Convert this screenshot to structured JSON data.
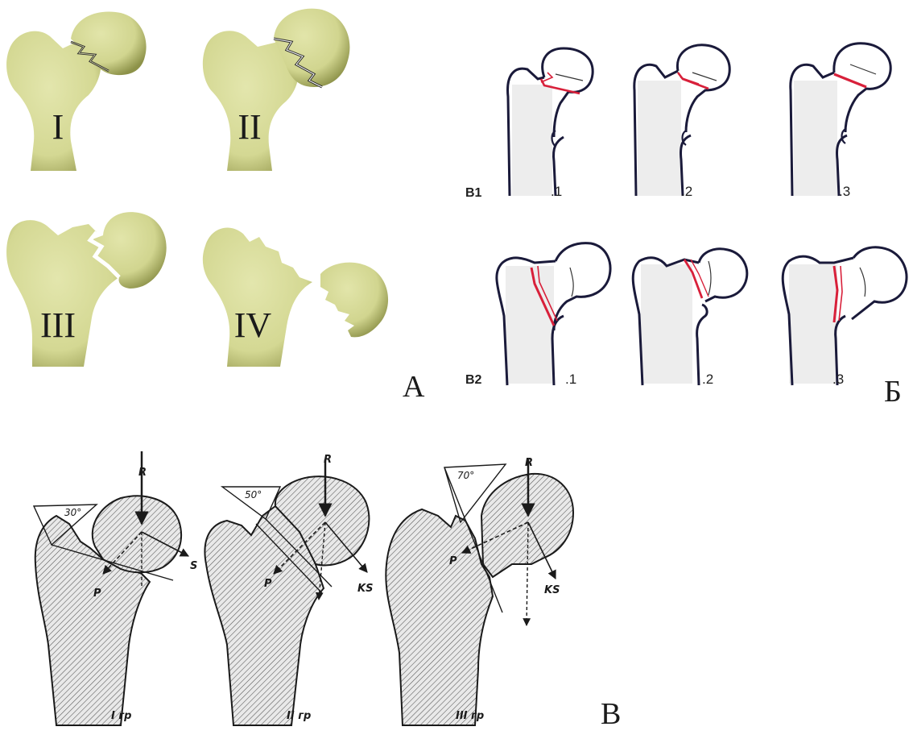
{
  "panels": {
    "A": {
      "letter": "А",
      "types": [
        "I",
        "II",
        "III",
        "IV"
      ],
      "bone_color": "#d9dca0",
      "shadow_color": "#8e9350"
    },
    "B": {
      "letter": "Б",
      "rows": [
        {
          "label": "B1",
          "items": [
            ".1",
            ".2",
            ".3"
          ]
        },
        {
          "label": "B2",
          "items": [
            ".1",
            ".2",
            ".3"
          ]
        }
      ],
      "fracture_color": "#d8203a"
    },
    "C": {
      "letter": "В",
      "groups": [
        {
          "angle": "30°",
          "force_r": "R",
          "force_p": "P",
          "force_s": "S",
          "caption": "I гр"
        },
        {
          "angle": "50°",
          "force_r": "R",
          "force_p": "P",
          "force_s": "KS",
          "caption": "II гр"
        },
        {
          "angle": "70°",
          "force_r": "R",
          "force_p": "P",
          "force_s": "KS",
          "caption": "III гр"
        }
      ]
    }
  }
}
